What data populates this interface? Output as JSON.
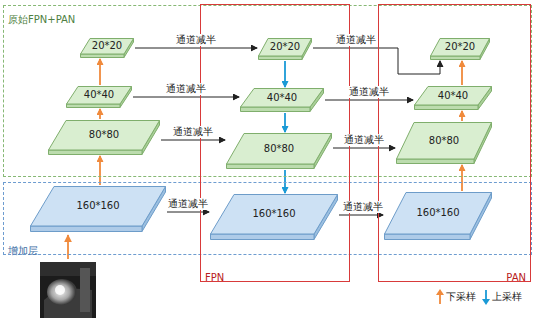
{
  "diagram": {
    "nodes": [
      {
        "text": [
          "原始FPN+PAN"
        ]
      },
      {
        "text": [
          "20*20"
        ],
        "in": 0
      },
      {
        "text": [
          "20*20"
        ],
        "in": 0
      },
      {
        "text": [
          "20*20"
        ],
        "in": 0
      },
      {
        "text": [
          "40*40"
        ],
        "in": 0
      },
      {
        "text": [
          "40*40"
        ],
        "in": 0
      },
      {
        "text": [
          "40*40"
        ],
        "in": 0
      },
      {
        "text": [
          "80*80"
        ],
        "in": 0
      },
      {
        "text": [
          "80*80"
        ],
        "in": 0
      },
      {
        "text": [
          "80*80"
        ],
        "in": 0
      },
      {
        "text": [
          "增加层"
        ]
      },
      {
        "text": [
          "160*160"
        ],
        "in": 10
      },
      {
        "text": [
          "160*160"
        ],
        "in": 10
      },
      {
        "text": [
          "160*160"
        ],
        "in": 10
      },
      {
        "text": [
          "FPN"
        ]
      },
      {
        "text": [
          "PAN"
        ]
      }
    ],
    "edges": [
      {
        "from": 11,
        "to": 7,
        "arrow": "to"
      },
      {
        "from": 7,
        "to": 4,
        "arrow": "to"
      },
      {
        "from": 4,
        "to": 1,
        "arrow": "to"
      },
      {
        "from": 1,
        "to": 2,
        "label": "通道减半",
        "arrow": "to"
      },
      {
        "from": 4,
        "to": 5,
        "label": "通道减半",
        "arrow": "to"
      },
      {
        "from": 7,
        "to": 8,
        "label": "通道减半",
        "arrow": "to"
      },
      {
        "from": 11,
        "to": 12,
        "label": "通道减半",
        "arrow": "to"
      },
      {
        "from": 2,
        "to": 5,
        "arrow": "to"
      },
      {
        "from": 5,
        "to": 8,
        "arrow": "to"
      },
      {
        "from": 8,
        "to": 12,
        "arrow": "to"
      },
      {
        "from": 2,
        "to": 3,
        "label": "通道减半",
        "arrow": "to"
      },
      {
        "from": 5,
        "to": 6,
        "label": "通道减半",
        "arrow": "to"
      },
      {
        "from": 8,
        "to": 9,
        "label": "通道减半",
        "arrow": "to"
      },
      {
        "from": 12,
        "to": 13,
        "label": "通道减半",
        "arrow": "to"
      },
      {
        "from": 13,
        "to": 9,
        "arrow": "to"
      },
      {
        "from": 9,
        "to": 6,
        "arrow": "to"
      },
      {
        "from": 6,
        "to": 3,
        "arrow": "to"
      }
    ],
    "legend": [
      {
        "text": "下采样"
      },
      {
        "text": "上采样"
      }
    ]
  }
}
